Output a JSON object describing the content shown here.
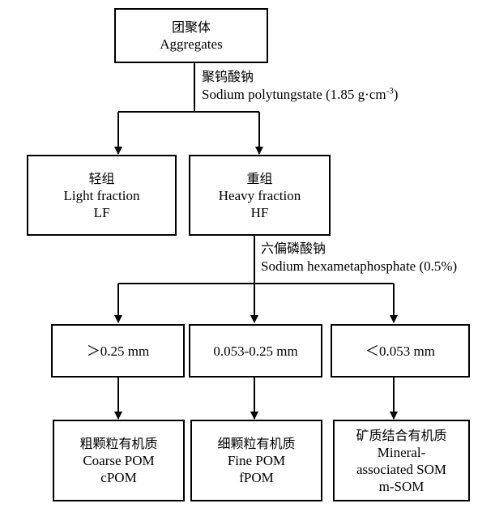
{
  "nodes": {
    "aggregates": {
      "zh": "团聚体",
      "en": "Aggregates"
    },
    "lf": {
      "zh": "轻组",
      "en": "Light fraction",
      "abbr": "LF"
    },
    "hf": {
      "zh": "重组",
      "en": "Heavy fraction",
      "abbr": "HF"
    },
    "coarse_size": {
      "text": "＞0.25 mm"
    },
    "fine_size": {
      "text": "0.053-0.25 mm"
    },
    "mineral_size": {
      "text": "＜0.053 mm"
    },
    "cpom": {
      "zh": "粗颗粒有机质",
      "en": "Coarse POM",
      "abbr": "cPOM"
    },
    "fpom": {
      "zh": "细颗粒有机质",
      "en": "Fine POM",
      "abbr": "fPOM"
    },
    "msom": {
      "zh": "矿质结合有机质",
      "en1": "Mineral-",
      "en2": "associated SOM",
      "abbr": "m-SOM"
    }
  },
  "edges": {
    "density": {
      "zh": "聚钨酸钠",
      "en": "Sodium polytungstate (1.85 g·cm",
      "sup": "-3",
      "close": ")"
    },
    "dispersion": {
      "zh": "六偏磷酸钠",
      "en": "Sodium hexametaphosphate (0.5%)"
    }
  }
}
